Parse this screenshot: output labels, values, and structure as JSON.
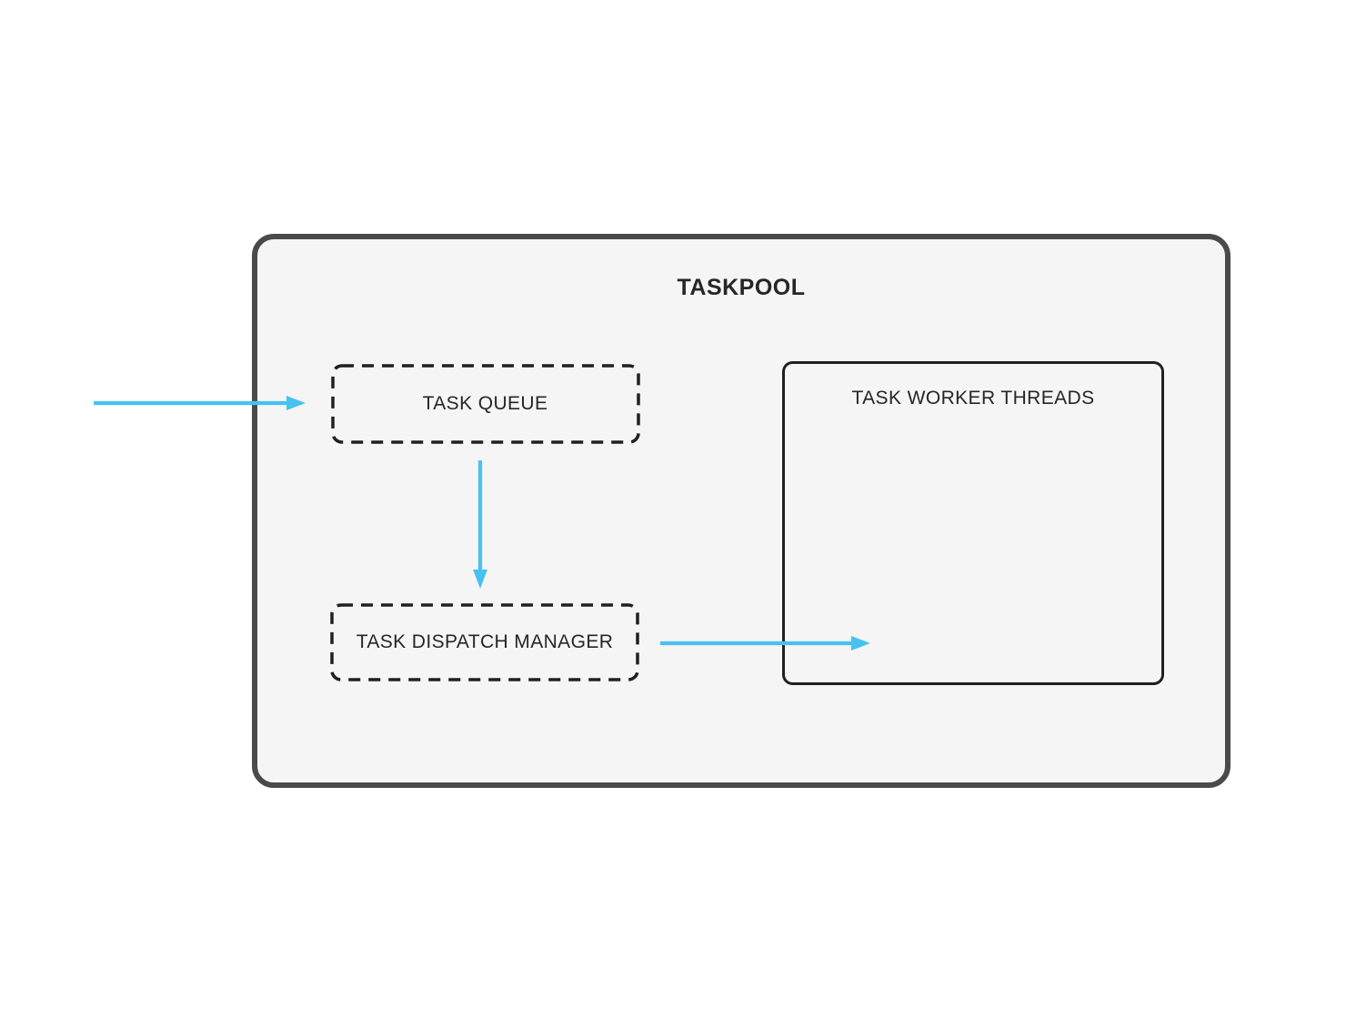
{
  "diagram": {
    "container_label": "TASKPOOL",
    "nodes": {
      "task_queue": {
        "label": "TASK QUEUE",
        "border_style": "dashed"
      },
      "task_dispatch_manager": {
        "label": "TASK DISPATCH MANAGER",
        "border_style": "dashed"
      },
      "task_worker_threads": {
        "label": "TASK WORKER THREADS",
        "border_style": "solid"
      }
    },
    "arrows": [
      {
        "name": "inbound-task-arrow",
        "from": "external",
        "to": "task_queue",
        "direction": "right"
      },
      {
        "name": "queue-to-dispatch-arrow",
        "from": "task_queue",
        "to": "task_dispatch_manager",
        "direction": "down"
      },
      {
        "name": "dispatch-to-workers-arrow",
        "from": "task_dispatch_manager",
        "to": "task_worker_threads",
        "direction": "right"
      }
    ],
    "colors": {
      "arrow": "#47C2F0",
      "container_border": "#4A4A4A",
      "container_fill": "#F5F5F5",
      "node_border": "#202020",
      "text": "#262626",
      "page_background": "#FFFFFF"
    }
  }
}
